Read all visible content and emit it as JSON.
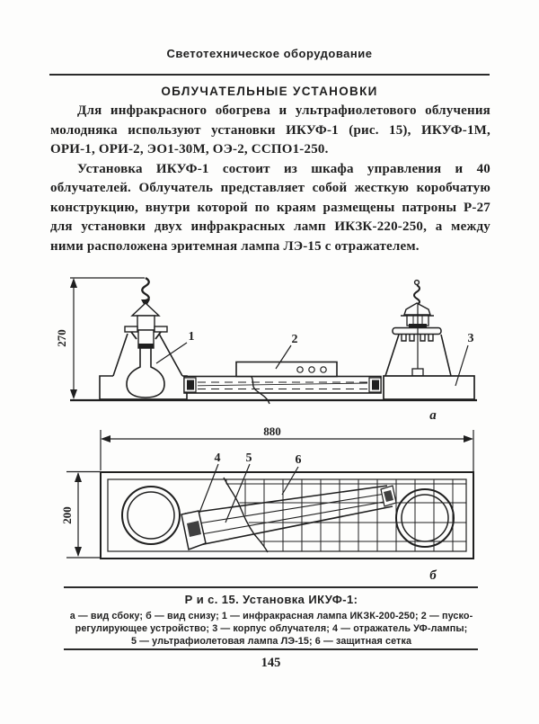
{
  "page": {
    "running_header": "Светотехническое оборудование",
    "section_title": "ОБЛУЧАТЕЛЬНЫЕ УСТАНОВКИ",
    "paragraph_1": "Для инфракрасного обогрева и ультрафиолетового облучения молодняка используют установки ИКУФ-1 (рис. 15), ИКУФ-1М, ОРИ-1, ОРИ-2, ЭО1-30М, ОЭ-2, ССПО1-250.",
    "paragraph_2": "Установка ИКУФ-1 состоит из шкафа управления и 40 облучателей. Облучатель представляет собой жесткую коробчатую конструкцию, внутри которой по краям размещены патроны Р-27 для установки двух инфракрасных ламп ИКЗК-220-250, а между ними расположена эритемная лампа ЛЭ-15 с отражателем.",
    "page_number": "145"
  },
  "figure": {
    "dimensions": {
      "side_height": "270",
      "bottom_width": "880",
      "bottom_height": "200"
    },
    "labels": {
      "part_1": "1",
      "part_2": "2",
      "part_3": "3",
      "part_4": "4",
      "part_5": "5",
      "part_6": "6",
      "view_a": "а",
      "view_b": "б"
    },
    "caption_title": "Р и с. 15. Установка ИКУФ-1:",
    "caption_line_1": "а — вид сбоку; б — вид снизу; 1 — инфракрасная лампа ИКЗК-200-250; 2 — пуско-",
    "caption_line_2": "регулирующее устройство; 3 — корпус облучателя; 4 — отражатель УФ-лампы;",
    "caption_line_3": "5 — ультрафиолетовая лампа ЛЭ-15; 6 — защитная сетка"
  },
  "colors": {
    "ink": "#1f1f1f",
    "paper": "#fdfdfc"
  }
}
